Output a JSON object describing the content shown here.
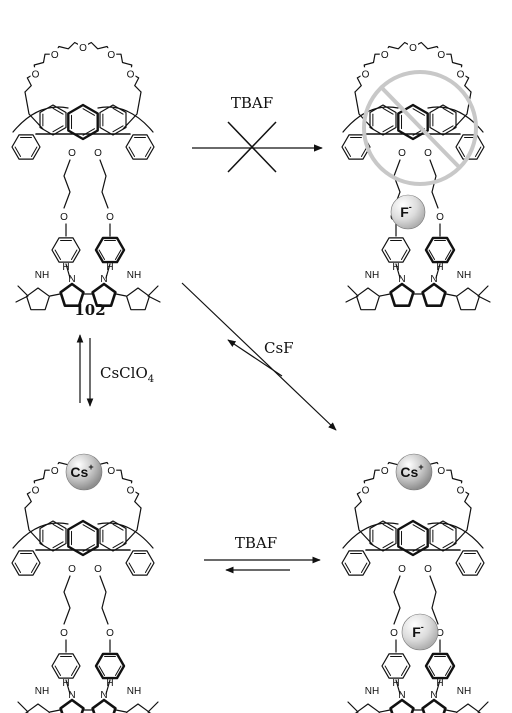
{
  "compound_label": "102",
  "arrows": {
    "top_reagent": "TBAF",
    "left_reagent_main": "CsClO",
    "left_reagent_sub": "4",
    "diagonal_reagent": "CsF",
    "bottom_reagent": "TBAF"
  },
  "atoms": {
    "oxygen": "O",
    "nitrogen": "N",
    "hydrogen": "H"
  },
  "ions": {
    "cation": "Cs",
    "cation_charge": "+",
    "anion": "F",
    "anion_charge": "-"
  },
  "colors": {
    "ink": "#111111",
    "ion_sphere": "#b8b8b8",
    "prohibition": "#c8c8c8"
  }
}
